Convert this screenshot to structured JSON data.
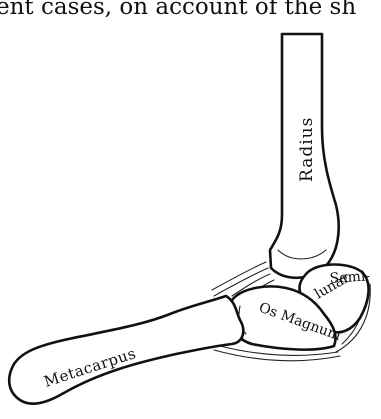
{
  "caption_fragment": "ent cases, on account of the sh",
  "labels": {
    "radius": "Radius",
    "semilunar_top": "Semi-",
    "semilunar_bottom": "lunar",
    "os_magnum": "Os Magnum",
    "metacarpus": "Metacarpus"
  }
}
